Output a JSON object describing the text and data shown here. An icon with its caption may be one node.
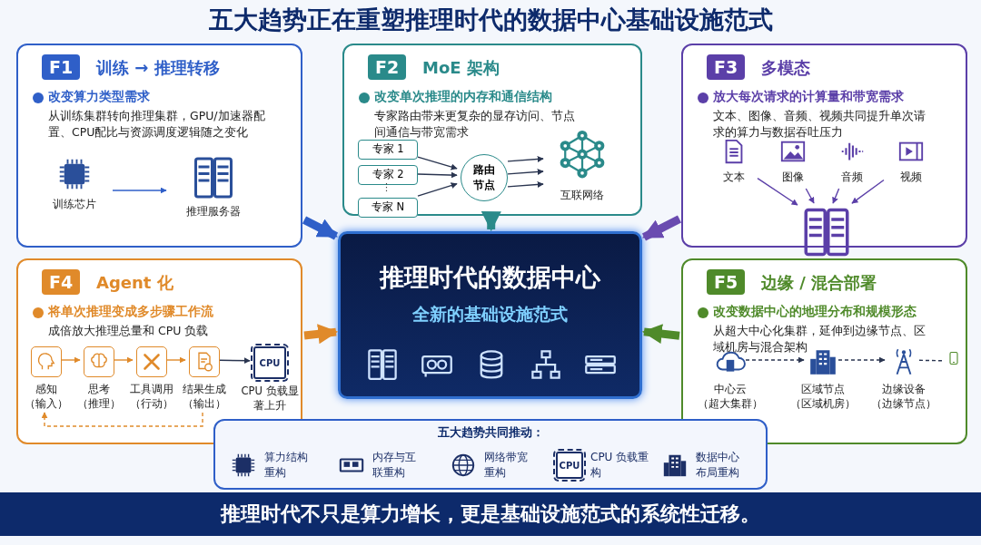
{
  "diagram": {
    "title": "五大趋势正在重塑推理时代的数据中心基础设施范式",
    "caption": "推理时代不只是算力增长，更是基础设施范式的系统性迁移。",
    "nodes": [
      {
        "text": [
          "F1",
          "训练 → 推理转移",
          "改变算力类型需求",
          "从训练集群转向推理集群，GPU/加速器配置、CPU配比与资源调度逻辑随之变化"
        ]
      },
      {
        "text": [
          "训练芯片"
        ],
        "in": 0
      },
      {
        "text": [
          "推理服务器"
        ],
        "in": 0
      },
      {
        "text": [
          "F2",
          "MoE 架构",
          "改变单次推理的内存和通信结构",
          "专家路由带来更复杂的显存访问、节点间通信与带宽需求"
        ]
      },
      {
        "text": [
          "专家 1"
        ],
        "in": 3
      },
      {
        "text": [
          "专家 2"
        ],
        "in": 3
      },
      {
        "text": [
          "专家 N"
        ],
        "in": 3
      },
      {
        "text": [
          "路由节点"
        ],
        "in": 3
      },
      {
        "text": [
          "互联网络"
        ],
        "in": 3
      },
      {
        "text": [
          "F3",
          "多模态",
          "放大每次请求的计算量和带宽需求",
          "文本、图像、音频、视频共同提升单次请求的算力与数据吞吐压力"
        ]
      },
      {
        "text": [
          "文本"
        ],
        "in": 9
      },
      {
        "text": [
          "图像"
        ],
        "in": 9
      },
      {
        "text": [
          "音频"
        ],
        "in": 9
      },
      {
        "text": [
          "视频"
        ],
        "in": 9
      },
      {
        "text": [],
        "shape": "picture",
        "in": 9
      },
      {
        "text": [
          "F4",
          "Agent 化",
          "将单次推理变成多步骤工作流",
          "成倍放大推理总量和 CPU 负载"
        ]
      },
      {
        "text": [
          "感知（输入）"
        ],
        "in": 15
      },
      {
        "text": [
          "思考（推理）"
        ],
        "in": 15
      },
      {
        "text": [
          "工具调用（行动）"
        ],
        "in": 15
      },
      {
        "text": [
          "结果生成（输出）"
        ],
        "in": 15
      },
      {
        "text": [
          "CPU",
          "CPU 负载显著上升"
        ],
        "in": 15
      },
      {
        "text": [
          "推理时代的数据中心",
          "全新的基础设施范式"
        ]
      },
      {
        "text": [
          "F5",
          "边缘 / 混合部署",
          "改变数据中心的地理分布和规模形态",
          "从超大中心化集群，延伸到边缘节点、区域机房与混合架构"
        ]
      },
      {
        "text": [
          "中心云（超大集群）"
        ],
        "in": 22
      },
      {
        "text": [
          "区域节点（区域机房）"
        ],
        "in": 22
      },
      {
        "text": [
          "边缘设备（边缘节点）"
        ],
        "in": 22
      },
      {
        "text": [],
        "shape": "picture",
        "in": 22
      },
      {
        "text": [
          "五大趋势共同推动："
        ]
      },
      {
        "text": [
          "算力结构重构"
        ],
        "in": 27
      },
      {
        "text": [
          "内存与互联重构"
        ],
        "in": 27
      },
      {
        "text": [
          "网络带宽重构"
        ],
        "in": 27
      },
      {
        "text": [
          "CPU",
          "CPU 负载重构"
        ],
        "in": 27
      },
      {
        "text": [
          "数据中心布局重构"
        ],
        "in": 27
      }
    ],
    "edges": [
      {
        "from": 1,
        "to": 2,
        "arrow": "to",
        "color": "#2f5fc8"
      },
      {
        "from": 4,
        "to": 7,
        "arrow": "to"
      },
      {
        "from": 5,
        "to": 7,
        "arrow": "to"
      },
      {
        "from": 6,
        "to": 7,
        "arrow": "to"
      },
      {
        "from": 7,
        "to": 8,
        "arrow": "to"
      },
      {
        "from": 7,
        "to": 8,
        "arrow": "to"
      },
      {
        "from": 7,
        "to": 8,
        "arrow": "to"
      },
      {
        "from": 10,
        "to": 14,
        "arrow": "to",
        "color": "#5b3fa8"
      },
      {
        "from": 11,
        "to": 14,
        "arrow": "to",
        "color": "#5b3fa8"
      },
      {
        "from": 12,
        "to": 14,
        "arrow": "to",
        "color": "#5b3fa8"
      },
      {
        "from": 13,
        "to": 14,
        "arrow": "to",
        "color": "#5b3fa8"
      },
      {
        "from": 16,
        "to": 17,
        "arrow": "to",
        "color": "#e08a2a"
      },
      {
        "from": 17,
        "to": 18,
        "arrow": "to",
        "color": "#e08a2a"
      },
      {
        "from": 18,
        "to": 19,
        "arrow": "to",
        "color": "#e08a2a"
      },
      {
        "from": 19,
        "to": 20,
        "arrow": "to"
      },
      {
        "from": 19,
        "to": 16,
        "arrow": "to",
        "style": "dashed",
        "color": "#e08a2a"
      },
      {
        "from": 23,
        "to": 24,
        "arrow": "to",
        "style": "dashed"
      },
      {
        "from": 24,
        "to": 25,
        "arrow": "to",
        "style": "dashed"
      },
      {
        "from": 25,
        "to": 26,
        "arrow": "none",
        "style": "dashed"
      },
      {
        "from": 0,
        "to": 21,
        "arrow": "to",
        "style": "thick",
        "color": "#2f5fc8"
      },
      {
        "from": 3,
        "to": 21,
        "arrow": "to",
        "style": "thick",
        "color": "#2a8a8a"
      },
      {
        "from": 9,
        "to": 21,
        "arrow": "to",
        "style": "thick",
        "color": "#6a4bb0"
      },
      {
        "from": 15,
        "to": 21,
        "arrow": "to",
        "style": "thick",
        "color": "#e08a2a"
      },
      {
        "from": 22,
        "to": 21,
        "arrow": "to",
        "style": "thick",
        "color": "#4f8a2a"
      }
    ],
    "labels": [
      "⋮"
    ]
  }
}
